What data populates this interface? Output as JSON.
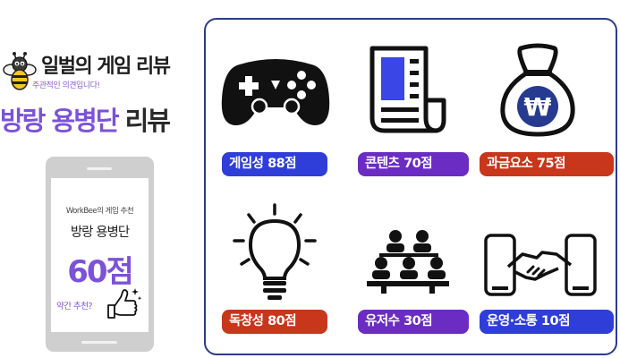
{
  "brand": {
    "title": "일벌의 게임 리뷰",
    "subtitle": "주관적인 의견입니다!"
  },
  "review": {
    "game_name": "방랑 용병단",
    "suffix": "리뷰"
  },
  "phone_card": {
    "label": "WorkBee의 게임 추천",
    "game_name": "방랑 용병단",
    "score": "60점",
    "verdict": "약간 추천?"
  },
  "categories": [
    {
      "label": "게임성 88점",
      "icon": "gamepad-icon",
      "color": "#2f3ed8"
    },
    {
      "label": "콘텐츠 70점",
      "icon": "newspaper-icon",
      "color": "#6a2cc3"
    },
    {
      "label": "과금요소  75점",
      "icon": "won-money-bag-icon",
      "color": "#c8361b"
    },
    {
      "label": "독창성 80점",
      "icon": "lightbulb-icon",
      "color": "#c8361b"
    },
    {
      "label": "유저수 30점",
      "icon": "audience-icon",
      "color": "#6a2cc3"
    },
    {
      "label": "운영·소통 10점",
      "icon": "handshake-phones-icon",
      "color": "#2f3ed8"
    }
  ],
  "colors": {
    "accent": "#7b52d9",
    "panel_border": "#2c3c8a"
  }
}
